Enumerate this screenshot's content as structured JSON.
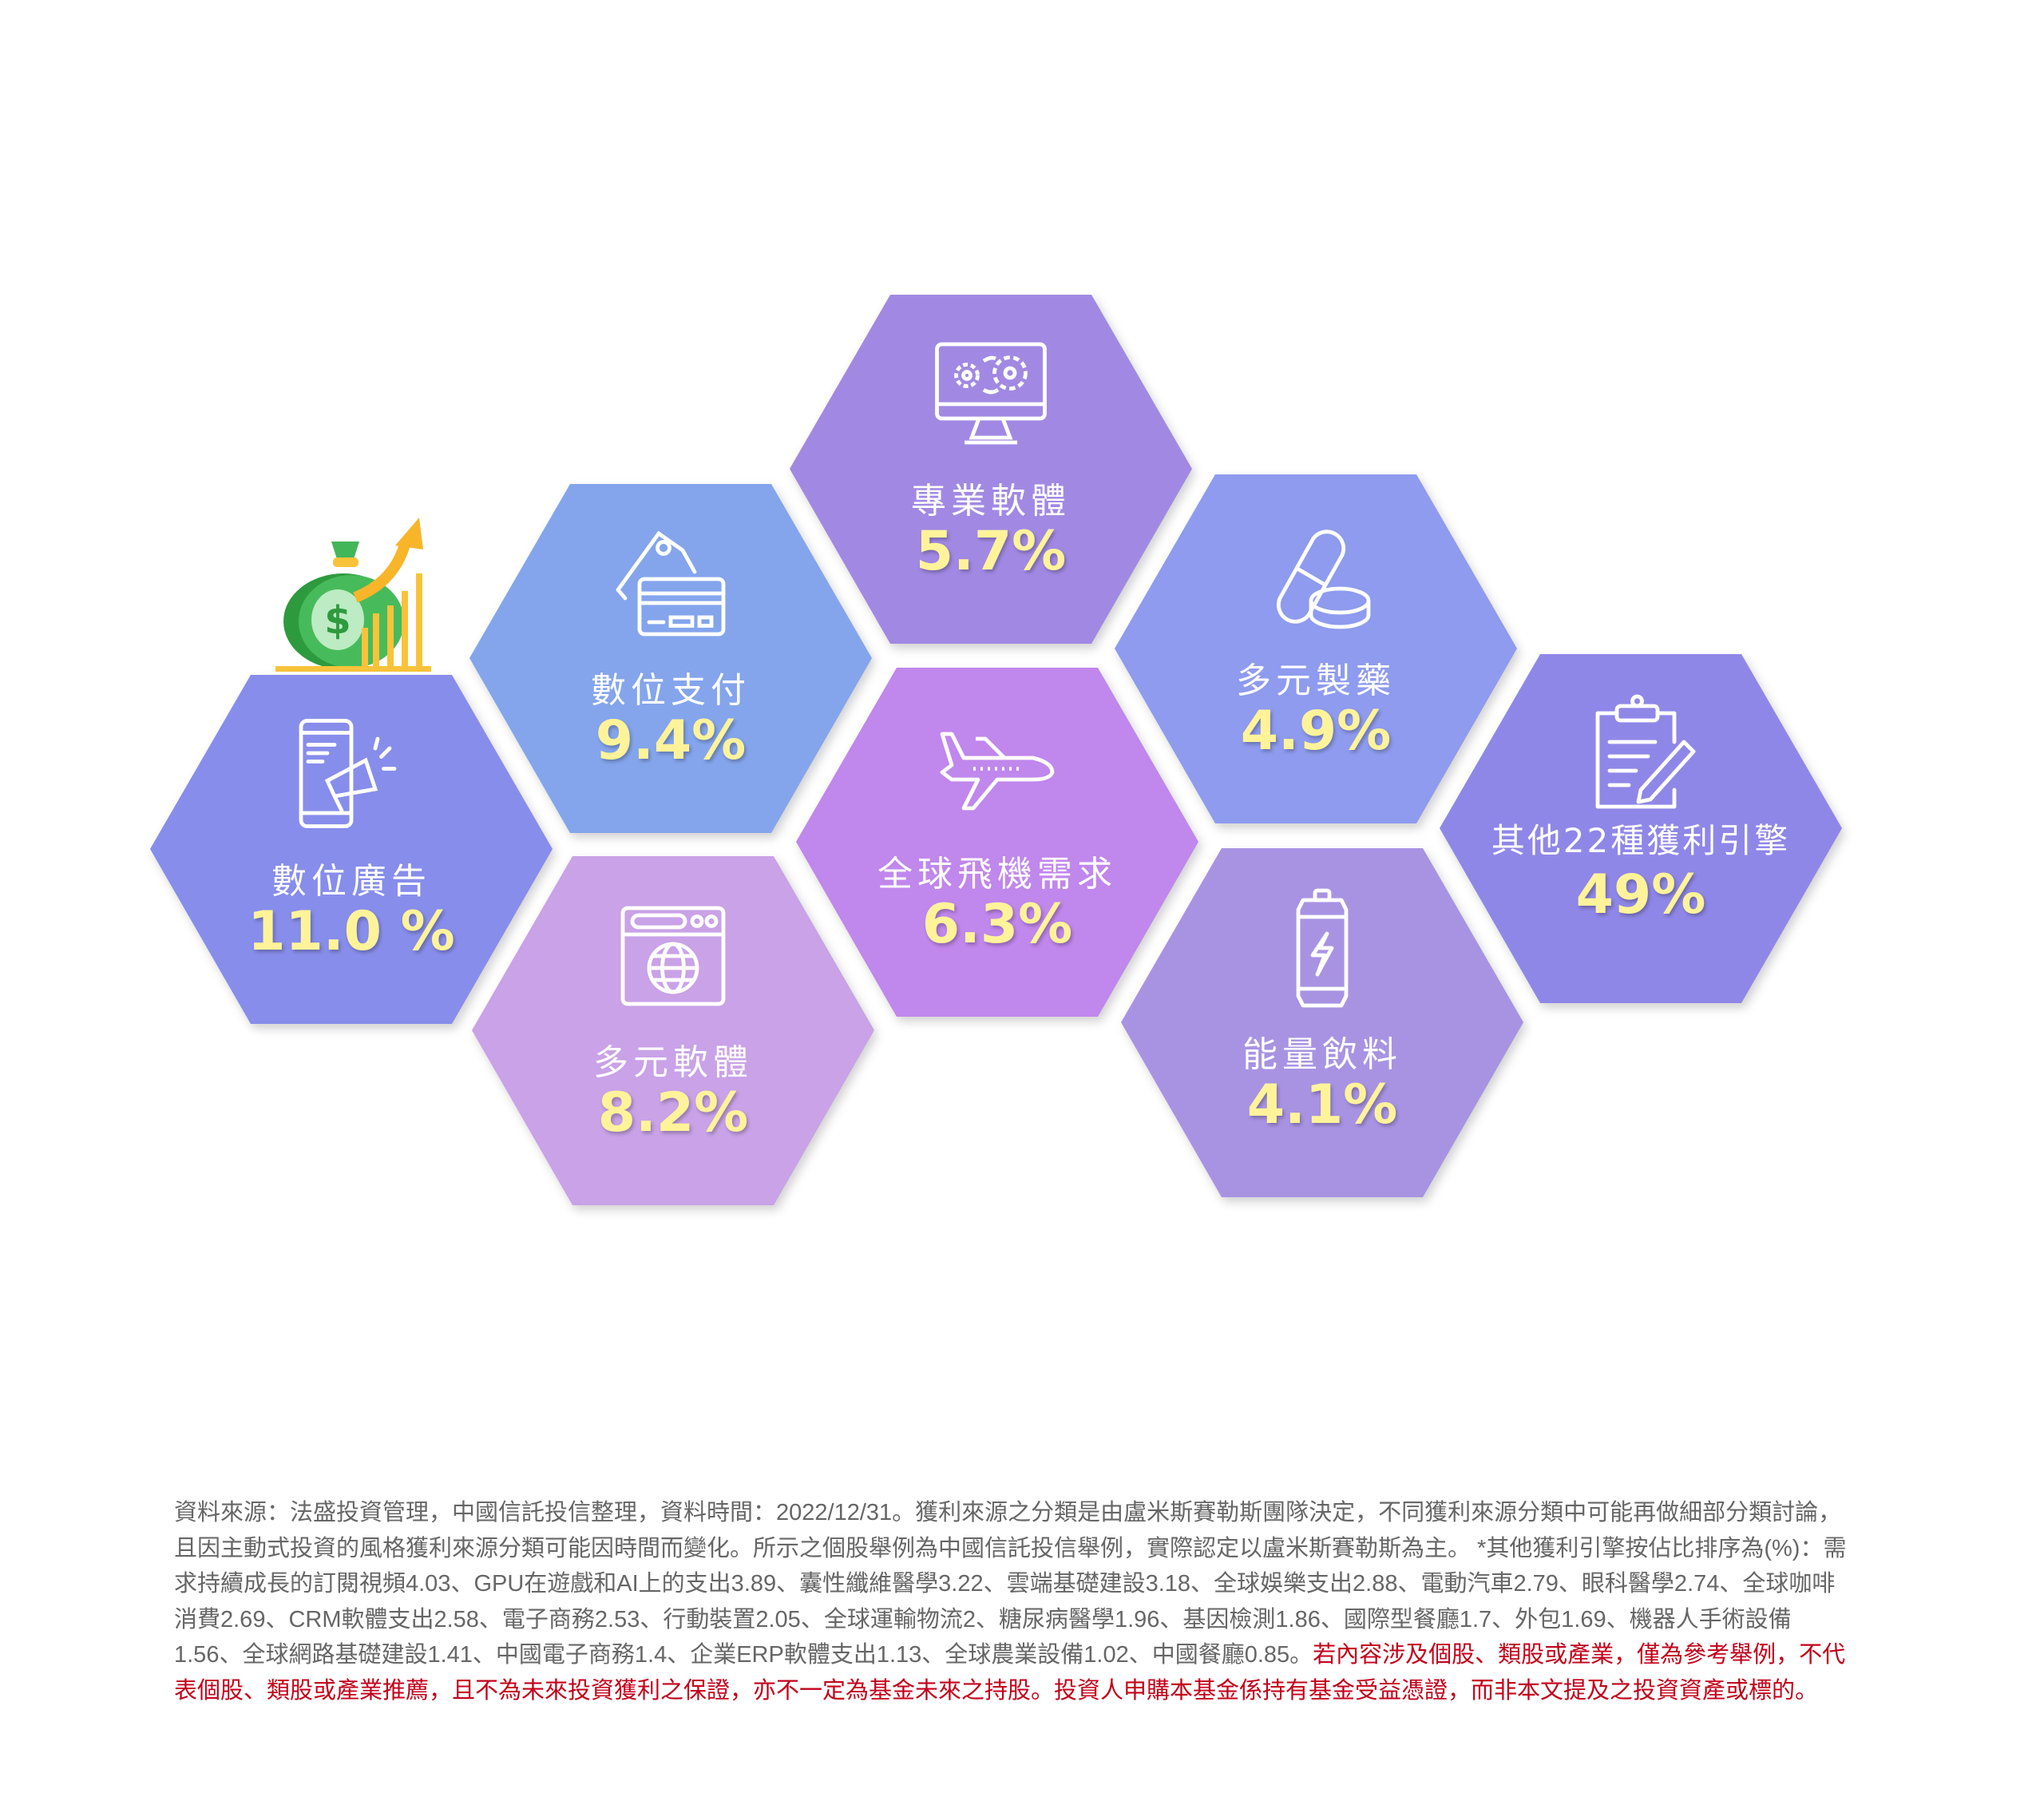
{
  "hexagons": [
    {
      "id": "digital-ads",
      "label": "數位廣告",
      "percent": "11.0 %",
      "value": 11.0,
      "icon": "phone-megaphone-icon",
      "color": "#878DEA"
    },
    {
      "id": "digital-payment",
      "label": "數位支付",
      "percent": "9.4%",
      "value": 9.4,
      "icon": "credit-card-icon",
      "color": "#84A5EC"
    },
    {
      "id": "diverse-software",
      "label": "多元軟體",
      "percent": "8.2%",
      "value": 8.2,
      "icon": "browser-globe-icon",
      "color": "#C9A2E7"
    },
    {
      "id": "professional-software",
      "label": "專業軟體",
      "percent": "5.7%",
      "value": 5.7,
      "icon": "monitor-gears-icon",
      "color": "#A189E3"
    },
    {
      "id": "global-aircraft",
      "label": "全球飛機需求",
      "percent": "6.3%",
      "value": 6.3,
      "icon": "airplane-icon",
      "color": "#C087EC"
    },
    {
      "id": "diverse-pharma",
      "label": "多元製藥",
      "percent": "4.9%",
      "value": 4.9,
      "icon": "pill-capsule-icon",
      "color": "#8E9BEE"
    },
    {
      "id": "energy-drinks",
      "label": "能量飲料",
      "percent": "4.1%",
      "value": 4.1,
      "icon": "energy-can-icon",
      "color": "#A893E3"
    },
    {
      "id": "other-engines",
      "label": "其他22種獲利引擎",
      "percent": "49%",
      "value": 49,
      "icon": "clipboard-pencil-icon",
      "color": "#8F87E7"
    }
  ],
  "colors": {
    "percent": "#FFF39A",
    "footnote": "#666666",
    "warning": "#C3001A"
  },
  "footnote": {
    "text": "資料來源：法盛投資管理，中國信託投信整理，資料時間：2022/12/31。獲利來源之分類是由盧米斯賽勒斯團隊決定，不同獲利來源分類中可能再做細部分類討論，且因主動式投資的風格獲利來源分類可能因時間而變化。所示之個股舉例為中國信託投信舉例，實際認定以盧米斯賽勒斯為主。 *其他獲利引擎按佔比排序為(%)：需求持續成長的訂閱視頻4.03、GPU在遊戲和AI上的支出3.89、囊性纖維醫學3.22、雲端基礎建設3.18、全球娛樂支出2.88、電動汽車2.79、眼科醫學2.74、全球咖啡消費2.69、CRM軟體支出2.58、電子商務2.53、行動裝置2.05、全球運輸物流2、糖尿病醫學1.96、基因檢測1.86、國際型餐廳1.7、外包1.69、機器人手術設備1.56、全球網路基礎建設1.41、中國電子商務1.4、企業ERP軟體支出1.13、全球農業設備1.02、中國餐廳0.85。",
    "warning": "若內容涉及個股、類股或產業，僅為參考舉例，不代表個股、類股或產業推薦，且不為未來投資獲利之保證，亦不一定為基金未來之持股。投資人申購本基金係持有基金受益憑證，而非本文提及之投資資產或標的。"
  }
}
